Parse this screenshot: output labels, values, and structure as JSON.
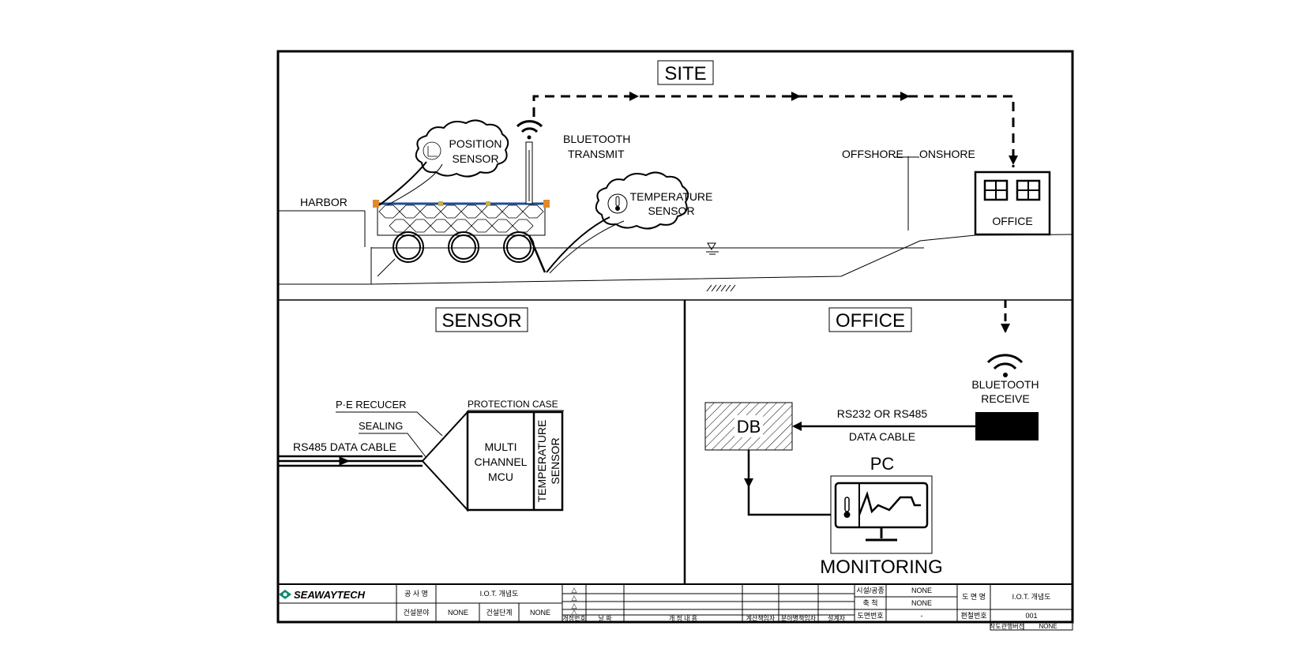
{
  "sections": {
    "site": "SITE",
    "sensor": "SENSOR",
    "office": "OFFICE"
  },
  "site": {
    "harbor": "HARBOR",
    "position_sensor_1": "POSITION",
    "position_sensor_2": "SENSOR",
    "bluetooth_transmit_1": "BLUETOOTH",
    "bluetooth_transmit_2": "TRANSMIT",
    "temperature_sensor_1": "TEMPERATURE",
    "temperature_sensor_2": "SENSOR",
    "offshore": "OFFSHORE",
    "onshore": "ONSHORE",
    "office_building": "OFFICE"
  },
  "sensor": {
    "pe_reducer": "P·E RECUCER",
    "sealing": "SEALING",
    "rs485_cable": "RS485 DATA CABLE",
    "protection_case": "PROTECTION CASE",
    "mcu_1": "MULTI",
    "mcu_2": "CHANNEL",
    "mcu_3": "MCU",
    "temp_sensor_1": "TEMPERATURE",
    "temp_sensor_2": "SENSOR"
  },
  "office": {
    "bluetooth_receive_1": "BLUETOOTH",
    "bluetooth_receive_2": "RECEIVE",
    "cable_1": "RS232 OR RS485",
    "cable_2": "DATA CABLE",
    "db": "DB",
    "pc": "PC",
    "monitoring": "MONITORING"
  },
  "title_block": {
    "logo": "SEAWAYTECH",
    "project_name_label": "공 사 명",
    "project_name_value": "I.O.T. 개념도",
    "field_label": "건설분야",
    "field_value": "NONE",
    "stage_label": "건설단계",
    "stage_value": "NONE",
    "rev_marks": [
      "△",
      "△",
      "△",
      "△"
    ],
    "rev_headers": [
      "개정번호",
      "날 짜",
      "개 정 내 용",
      "계산책임자",
      "분야별책임자",
      "설계자"
    ],
    "facility_label": "시설/공종",
    "facility_value": "NONE",
    "scale_label": "축 척",
    "scale_value": "NONE",
    "drawing_no_label": "도면번호",
    "drawing_no_value": "-",
    "drawing_name_label": "도 면 명",
    "drawing_name_value": "I.O.T. 개념도",
    "sheet_no_label": "편철번호",
    "sheet_no_value": "001",
    "stamp_label": "작도관행버전",
    "stamp_value": "NONE"
  }
}
